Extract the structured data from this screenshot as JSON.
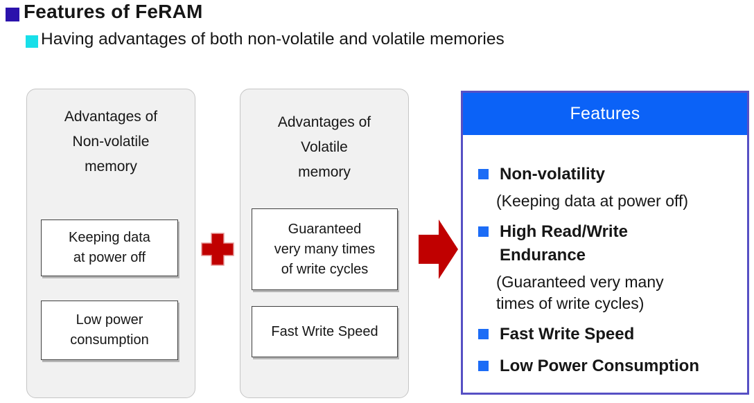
{
  "title": "Features of FeRAM",
  "subtitle": "Having advantages of both non-volatile and volatile memories",
  "colors": {
    "title_bullet": "#2B12AC",
    "subtitle_bullet": "#18DFE9",
    "red": "#C00000",
    "header_blue": "#0B62F7",
    "item_bullet_blue": "#1C6CF6",
    "panel_border_purple": "#5750C4"
  },
  "left_panel": {
    "title": "Advantages of\nNon-volatile\nmemory",
    "boxes": [
      "Keeping data\nat power off",
      "Low power\nconsumption"
    ]
  },
  "middle_panel": {
    "title": "Advantages of\nVolatile\nmemory",
    "boxes": [
      "Guaranteed\nvery many times\nof write cycles",
      "Fast Write Speed"
    ]
  },
  "operators": {
    "plus": "plus",
    "arrow": "right-arrow"
  },
  "features_panel": {
    "header": "Features",
    "items": [
      {
        "label": "Non-volatility",
        "note": "(Keeping data at power off)"
      },
      {
        "label": "High Read/Write\nEndurance",
        "note": "(Guaranteed very many\n times of write cycles)"
      },
      {
        "label": "Fast Write Speed",
        "note": ""
      },
      {
        "label": "Low Power Consumption",
        "note": ""
      }
    ]
  }
}
